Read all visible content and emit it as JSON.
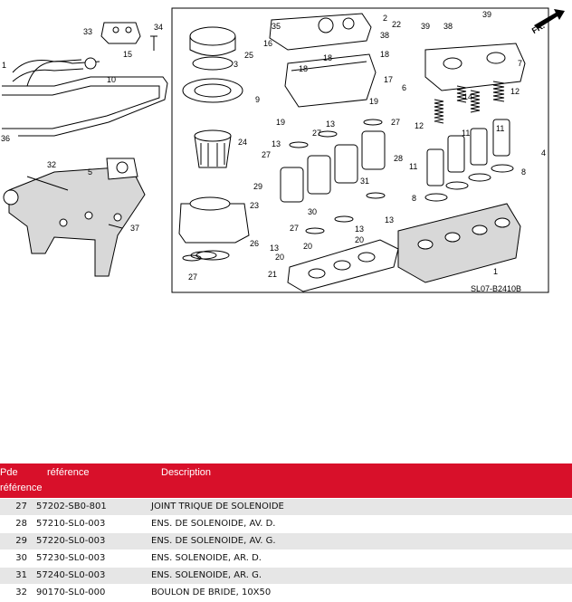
{
  "diagram": {
    "code": "SL07-B2410B",
    "direction": "FR.",
    "callouts": [
      "33",
      "34",
      "15",
      "10",
      "1",
      "36",
      "32",
      "5",
      "37",
      "35",
      "16",
      "2",
      "22",
      "39",
      "38",
      "25",
      "3",
      "18",
      "17",
      "6",
      "7",
      "9",
      "14",
      "12",
      "19",
      "13",
      "27",
      "24",
      "11",
      "8",
      "4",
      "28",
      "31",
      "29",
      "30",
      "26",
      "20",
      "23",
      "21"
    ]
  },
  "table": {
    "headers": {
      "pde": "Pde",
      "pde2": "référence",
      "reference": "référence",
      "description": "Description"
    },
    "rows": [
      {
        "pde": "27",
        "reference": "57202-SB0-801",
        "description": "JOINT TRIQUE DE SOLENOIDE"
      },
      {
        "pde": "28",
        "reference": "57210-SL0-003",
        "description": "ENS. DE SOLENOIDE, AV. D."
      },
      {
        "pde": "29",
        "reference": "57220-SL0-003",
        "description": "ENS. DE SOLENOIDE, AV. G."
      },
      {
        "pde": "30",
        "reference": "57230-SL0-003",
        "description": "ENS. SOLENOIDE, AR. D."
      },
      {
        "pde": "31",
        "reference": "57240-SL0-003",
        "description": "ENS. SOLENOIDE, AR. G."
      },
      {
        "pde": "32",
        "reference": "90170-SL0-000",
        "description": "BOULON DE BRIDE, 10X50"
      }
    ]
  }
}
